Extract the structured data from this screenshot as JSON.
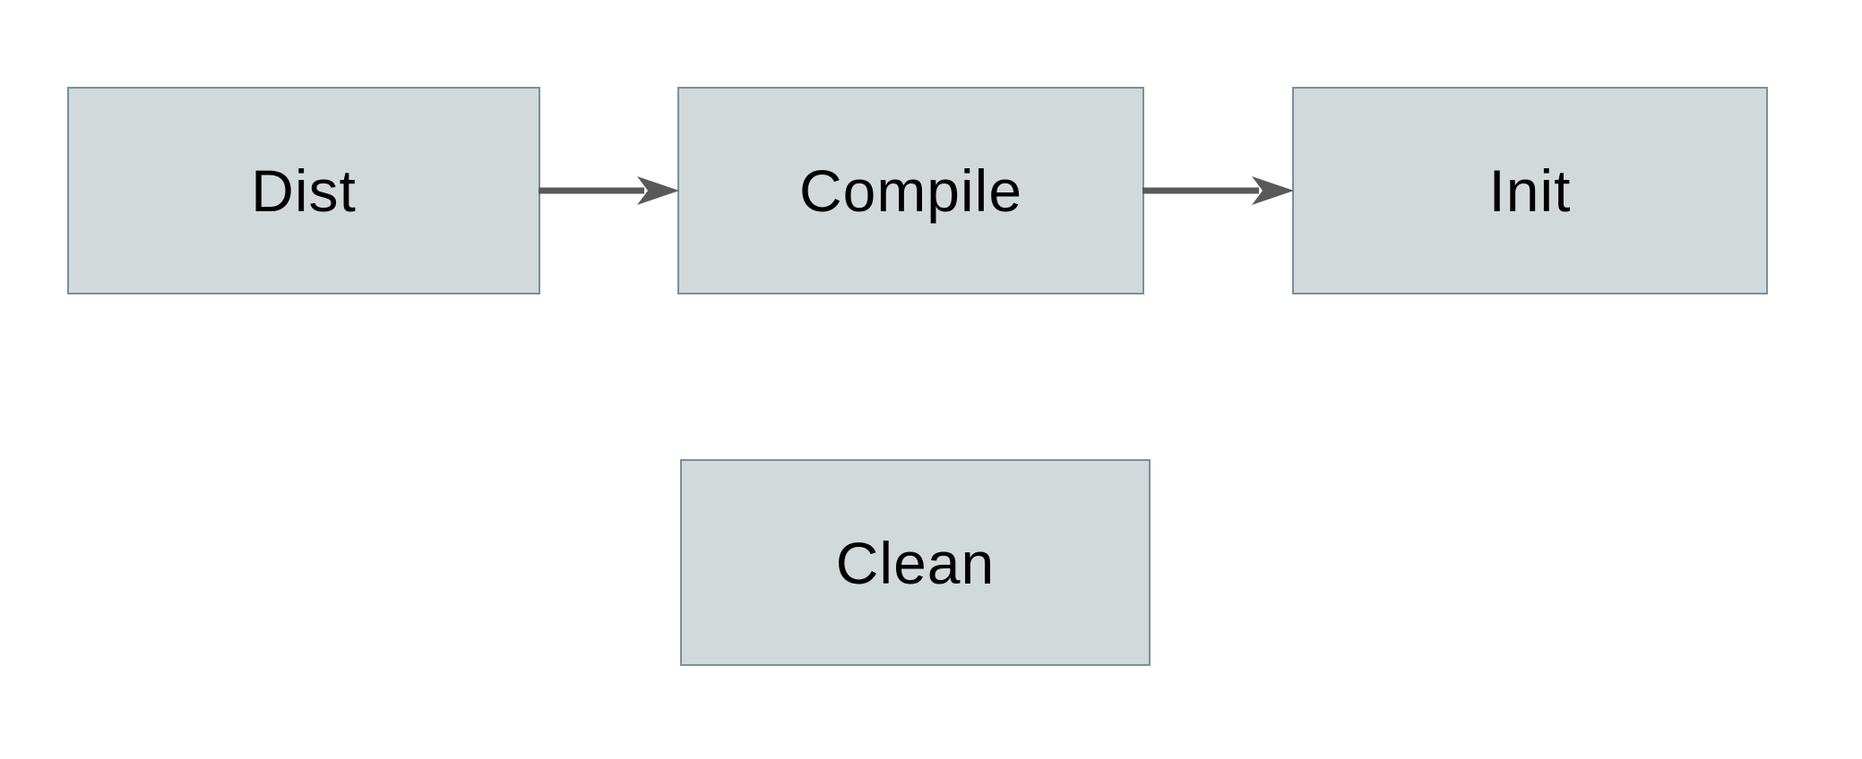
{
  "diagram": {
    "type": "flowchart",
    "nodes": [
      {
        "id": "dist",
        "label": "Dist"
      },
      {
        "id": "compile",
        "label": "Compile"
      },
      {
        "id": "init",
        "label": "Init"
      },
      {
        "id": "clean",
        "label": "Clean"
      }
    ],
    "edges": [
      {
        "from": "Dist",
        "to": "Compile",
        "style": "solid-arrow"
      },
      {
        "from": "Compile",
        "to": "Init",
        "style": "solid-arrow"
      }
    ],
    "colors": {
      "background": "#ffffff",
      "node_fill": "#d2d9db",
      "node_border": "#78909c",
      "arrow": "#595959",
      "label": "#000000"
    }
  }
}
